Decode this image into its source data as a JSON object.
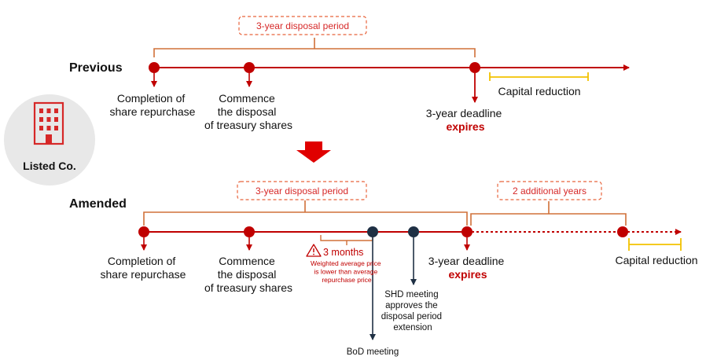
{
  "colors": {
    "main_line": "#c00000",
    "brace": "#d07038",
    "dashed_box": "#e8643c",
    "capital_bracket": "#f2c200",
    "dark_point": "#1f3044",
    "icon_circle": "#e8e8e8",
    "building": "#d62828",
    "down_arrow": "#e00000"
  },
  "company": {
    "icon": "office-building-icon",
    "label": "Listed Co."
  },
  "previous": {
    "row_label": "Previous",
    "period_label": "3-year disposal period",
    "capital_reduction": "Capital reduction",
    "events": [
      {
        "lines": [
          "Completion of",
          "share repurchase"
        ]
      },
      {
        "lines": [
          "Commence",
          "the disposal",
          "of treasury shares"
        ]
      },
      {
        "lines": [
          "3-year deadline"
        ],
        "emphasis": "expires"
      }
    ]
  },
  "transition_icon": "down-arrow-icon",
  "amended": {
    "row_label": "Amended",
    "period_label": "3-year disposal period",
    "extension_label": "2 additional years",
    "capital_reduction": "Capital reduction",
    "events": [
      {
        "lines": [
          "Completion of",
          "share repurchase"
        ]
      },
      {
        "lines": [
          "Commence",
          "the disposal",
          "of treasury shares"
        ]
      },
      {
        "lines": [
          "3-year deadline"
        ],
        "emphasis": "expires"
      }
    ],
    "warning": {
      "icon": "warning-icon",
      "label": "3 months",
      "note": [
        "Weighted average price",
        "is lower than average",
        "repurchase price"
      ]
    },
    "bod_meeting": "BoD meeting",
    "shd_meeting": [
      "SHD meeting",
      "approves the",
      "disposal period",
      "extension"
    ]
  }
}
